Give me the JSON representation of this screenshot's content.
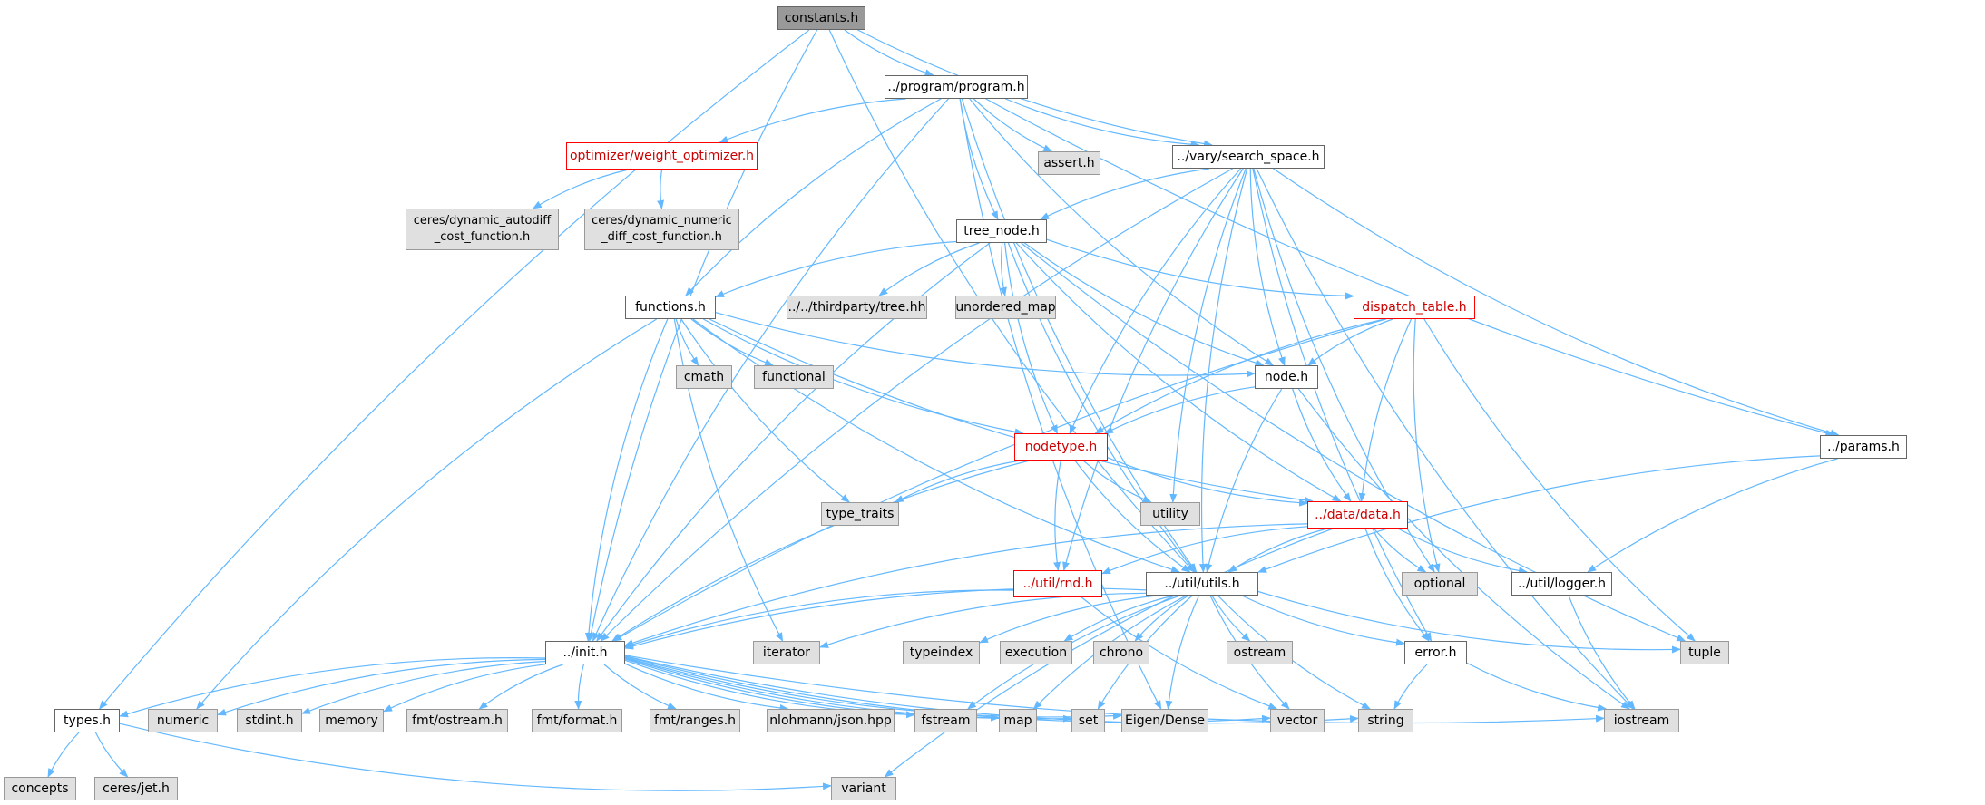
{
  "diagram": {
    "nodes": [
      {
        "id": "constants",
        "label": "constants.h",
        "kind": "src"
      },
      {
        "id": "program",
        "label": "../program/program.h",
        "kind": "wh"
      },
      {
        "id": "search_space",
        "label": "../vary/search_space.h",
        "kind": "wh"
      },
      {
        "id": "weight_optimizer",
        "label": "optimizer/weight_optimizer.h",
        "kind": "red"
      },
      {
        "id": "assert",
        "label": "assert.h",
        "kind": "gray"
      },
      {
        "id": "ceres_autodiff",
        "label": "ceres/dynamic_autodiff\n_cost_function.h",
        "kind": "gray"
      },
      {
        "id": "ceres_numeric",
        "label": "ceres/dynamic_numeric\n_diff_cost_function.h",
        "kind": "gray"
      },
      {
        "id": "tree_node",
        "label": "tree_node.h",
        "kind": "wh"
      },
      {
        "id": "functions",
        "label": "functions.h",
        "kind": "wh"
      },
      {
        "id": "thirdparty_tree",
        "label": "../../thirdparty/tree.hh",
        "kind": "gray"
      },
      {
        "id": "unordered_map",
        "label": "unordered_map",
        "kind": "gray"
      },
      {
        "id": "dispatch_table",
        "label": "dispatch_table.h",
        "kind": "red"
      },
      {
        "id": "cmath",
        "label": "cmath",
        "kind": "gray"
      },
      {
        "id": "functional",
        "label": "functional",
        "kind": "gray"
      },
      {
        "id": "node",
        "label": "node.h",
        "kind": "wh"
      },
      {
        "id": "nodetype",
        "label": "nodetype.h",
        "kind": "red"
      },
      {
        "id": "params",
        "label": "../params.h",
        "kind": "wh"
      },
      {
        "id": "type_traits",
        "label": "type_traits",
        "kind": "gray"
      },
      {
        "id": "utility",
        "label": "utility",
        "kind": "gray"
      },
      {
        "id": "data",
        "label": "../data/data.h",
        "kind": "red"
      },
      {
        "id": "rnd",
        "label": "../util/rnd.h",
        "kind": "red"
      },
      {
        "id": "utils",
        "label": "../util/utils.h",
        "kind": "wh"
      },
      {
        "id": "optional",
        "label": "optional",
        "kind": "gray"
      },
      {
        "id": "logger",
        "label": "../util/logger.h",
        "kind": "wh"
      },
      {
        "id": "init",
        "label": "../init.h",
        "kind": "wh"
      },
      {
        "id": "iterator",
        "label": "iterator",
        "kind": "gray"
      },
      {
        "id": "typeindex",
        "label": "typeindex",
        "kind": "gray"
      },
      {
        "id": "execution",
        "label": "execution",
        "kind": "gray"
      },
      {
        "id": "chrono",
        "label": "chrono",
        "kind": "gray"
      },
      {
        "id": "ostream",
        "label": "ostream",
        "kind": "gray"
      },
      {
        "id": "error",
        "label": "error.h",
        "kind": "wh"
      },
      {
        "id": "tuple",
        "label": "tuple",
        "kind": "gray"
      },
      {
        "id": "types",
        "label": "types.h",
        "kind": "wh"
      },
      {
        "id": "numeric",
        "label": "numeric",
        "kind": "gray"
      },
      {
        "id": "stdint",
        "label": "stdint.h",
        "kind": "gray"
      },
      {
        "id": "memory",
        "label": "memory",
        "kind": "gray"
      },
      {
        "id": "fmt_ostream",
        "label": "fmt/ostream.h",
        "kind": "gray"
      },
      {
        "id": "fmt_format",
        "label": "fmt/format.h",
        "kind": "gray"
      },
      {
        "id": "fmt_ranges",
        "label": "fmt/ranges.h",
        "kind": "gray"
      },
      {
        "id": "json",
        "label": "nlohmann/json.hpp",
        "kind": "gray"
      },
      {
        "id": "fstream",
        "label": "fstream",
        "kind": "gray"
      },
      {
        "id": "map",
        "label": "map",
        "kind": "gray"
      },
      {
        "id": "set",
        "label": "set",
        "kind": "gray"
      },
      {
        "id": "eigen",
        "label": "Eigen/Dense",
        "kind": "gray"
      },
      {
        "id": "vector",
        "label": "vector",
        "kind": "gray"
      },
      {
        "id": "string",
        "label": "string",
        "kind": "gray"
      },
      {
        "id": "iostream",
        "label": "iostream",
        "kind": "gray"
      },
      {
        "id": "concepts",
        "label": "concepts",
        "kind": "gray"
      },
      {
        "id": "ceres_jet",
        "label": "ceres/jet.h",
        "kind": "gray"
      },
      {
        "id": "variant",
        "label": "variant",
        "kind": "gray"
      }
    ],
    "edges": [
      [
        "constants",
        "program"
      ],
      [
        "constants",
        "search_space"
      ],
      [
        "constants",
        "utils"
      ],
      [
        "constants",
        "init"
      ],
      [
        "constants",
        "types"
      ],
      [
        "program",
        "weight_optimizer"
      ],
      [
        "program",
        "assert"
      ],
      [
        "program",
        "search_space"
      ],
      [
        "program",
        "tree_node"
      ],
      [
        "program",
        "functions"
      ],
      [
        "program",
        "node"
      ],
      [
        "program",
        "utils"
      ],
      [
        "program",
        "init"
      ],
      [
        "program",
        "params"
      ],
      [
        "program",
        "eigen"
      ],
      [
        "weight_optimizer",
        "ceres_autodiff"
      ],
      [
        "weight_optimizer",
        "ceres_numeric"
      ],
      [
        "search_space",
        "tree_node"
      ],
      [
        "search_space",
        "node"
      ],
      [
        "search_space",
        "nodetype"
      ],
      [
        "search_space",
        "params"
      ],
      [
        "search_space",
        "utility"
      ],
      [
        "search_space",
        "utils"
      ],
      [
        "search_space",
        "init"
      ],
      [
        "search_space",
        "rnd"
      ],
      [
        "search_space",
        "optional"
      ],
      [
        "search_space",
        "error"
      ],
      [
        "search_space",
        "iostream"
      ],
      [
        "tree_node",
        "thirdparty_tree"
      ],
      [
        "tree_node",
        "unordered_map"
      ],
      [
        "tree_node",
        "functions"
      ],
      [
        "tree_node",
        "dispatch_table"
      ],
      [
        "tree_node",
        "node"
      ],
      [
        "tree_node",
        "nodetype"
      ],
      [
        "tree_node",
        "data"
      ],
      [
        "tree_node",
        "tuple"
      ],
      [
        "tree_node",
        "init"
      ],
      [
        "tree_node",
        "utils"
      ],
      [
        "functions",
        "cmath"
      ],
      [
        "functions",
        "functional"
      ],
      [
        "functions",
        "node"
      ],
      [
        "functions",
        "nodetype"
      ],
      [
        "functions",
        "type_traits"
      ],
      [
        "functions",
        "data"
      ],
      [
        "functions",
        "utils"
      ],
      [
        "functions",
        "init"
      ],
      [
        "functions",
        "iterator"
      ],
      [
        "functions",
        "numeric"
      ],
      [
        "dispatch_table",
        "node"
      ],
      [
        "dispatch_table",
        "nodetype"
      ],
      [
        "dispatch_table",
        "data"
      ],
      [
        "dispatch_table",
        "optional"
      ],
      [
        "dispatch_table",
        "tuple"
      ],
      [
        "dispatch_table",
        "init"
      ],
      [
        "node",
        "nodetype"
      ],
      [
        "node",
        "data"
      ],
      [
        "node",
        "utils"
      ],
      [
        "node",
        "iostream"
      ],
      [
        "nodetype",
        "type_traits"
      ],
      [
        "nodetype",
        "utility"
      ],
      [
        "nodetype",
        "data"
      ],
      [
        "nodetype",
        "rnd"
      ],
      [
        "nodetype",
        "utils"
      ],
      [
        "nodetype",
        "init"
      ],
      [
        "params",
        "utils"
      ],
      [
        "params",
        "logger"
      ],
      [
        "data",
        "optional"
      ],
      [
        "data",
        "logger"
      ],
      [
        "data",
        "utils"
      ],
      [
        "data",
        "rnd"
      ],
      [
        "data",
        "init"
      ],
      [
        "data",
        "error"
      ],
      [
        "data",
        "variant"
      ],
      [
        "rnd",
        "init"
      ],
      [
        "rnd",
        "vector"
      ],
      [
        "utils",
        "init"
      ],
      [
        "utils",
        "iterator"
      ],
      [
        "utils",
        "typeindex"
      ],
      [
        "utils",
        "execution"
      ],
      [
        "utils",
        "chrono"
      ],
      [
        "utils",
        "ostream"
      ],
      [
        "utils",
        "error"
      ],
      [
        "utils",
        "tuple"
      ],
      [
        "utils",
        "fstream"
      ],
      [
        "utils",
        "map"
      ],
      [
        "utils",
        "set"
      ],
      [
        "utils",
        "eigen"
      ],
      [
        "utils",
        "vector"
      ],
      [
        "utils",
        "string"
      ],
      [
        "logger",
        "iostream"
      ],
      [
        "error",
        "string"
      ],
      [
        "error",
        "iostream"
      ],
      [
        "init",
        "types"
      ],
      [
        "init",
        "numeric"
      ],
      [
        "init",
        "stdint"
      ],
      [
        "init",
        "memory"
      ],
      [
        "init",
        "fmt_ostream"
      ],
      [
        "init",
        "fmt_format"
      ],
      [
        "init",
        "fmt_ranges"
      ],
      [
        "init",
        "json"
      ],
      [
        "init",
        "fstream"
      ],
      [
        "init",
        "map"
      ],
      [
        "init",
        "set"
      ],
      [
        "init",
        "eigen"
      ],
      [
        "init",
        "vector"
      ],
      [
        "init",
        "string"
      ],
      [
        "init",
        "iostream"
      ],
      [
        "types",
        "concepts"
      ],
      [
        "types",
        "ceres_jet"
      ],
      [
        "types",
        "variant"
      ]
    ]
  }
}
